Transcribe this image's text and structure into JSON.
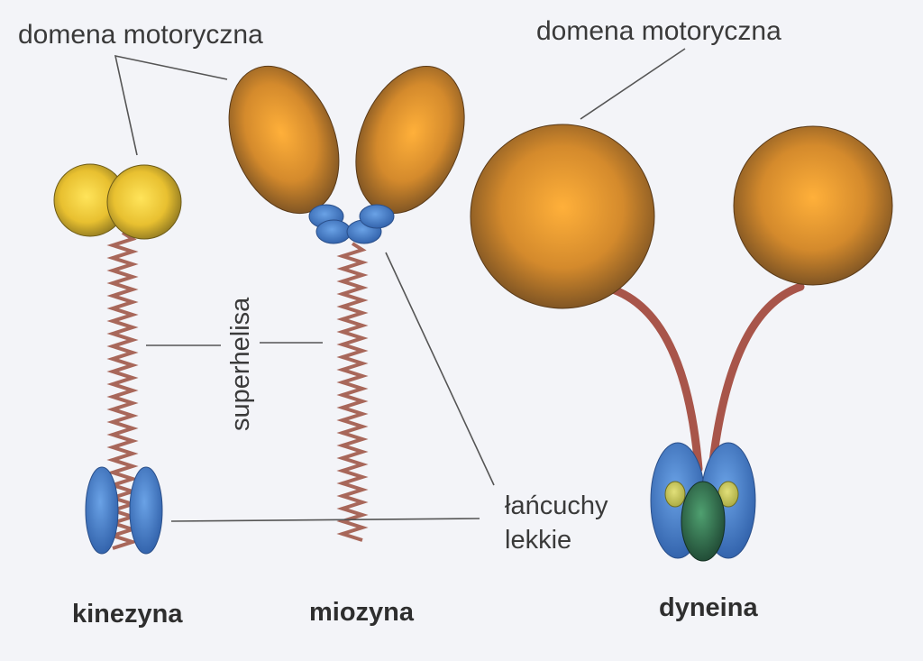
{
  "labels": {
    "motor_domain_left": "domena motoryczna",
    "motor_domain_right": "domena motoryczna",
    "superhelix": "superhelisa",
    "light_chains_line1": "łańcuchy",
    "light_chains_line2": "lekkie"
  },
  "proteins": {
    "kinesin": "kinezyna",
    "myosin": "miozyna",
    "dynein": "dyneina"
  },
  "colors": {
    "background": "#f3f4f8",
    "kinesin_head": "#e8c030",
    "motor_head": "#c07a28",
    "coil": "#a8675a",
    "light_chain": "#4a7cc4",
    "dynein_core": "#2f6e4a"
  }
}
